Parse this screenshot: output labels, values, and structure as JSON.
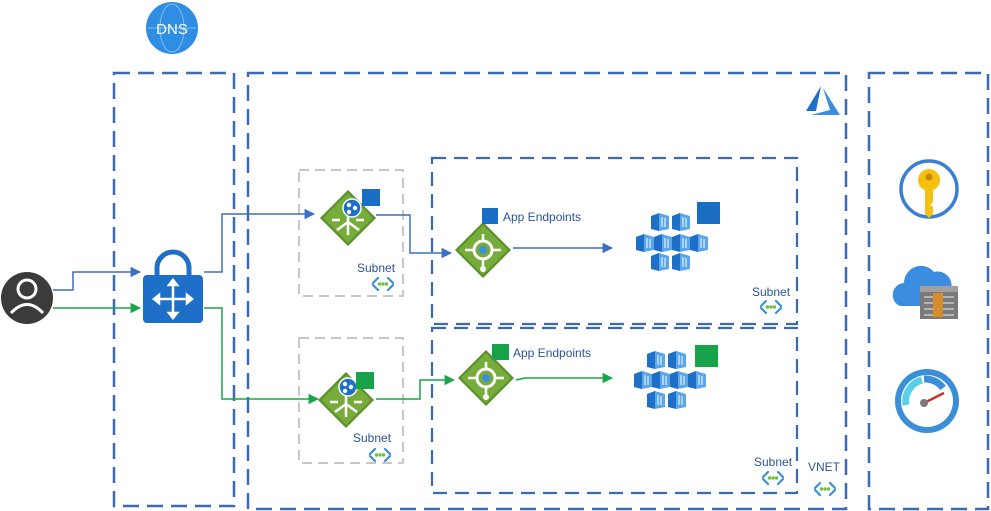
{
  "dns": {
    "label": "DNS"
  },
  "labels": {
    "app_endpoints_top": "App Endpoints",
    "app_endpoints_bottom": "App Endpoints",
    "subnet_gw_top": "Subnet",
    "subnet_gw_bottom": "Subnet",
    "subnet_app_top": "Subnet",
    "subnet_app_bottom": "Subnet",
    "vnet": "VNET"
  },
  "colors": {
    "boundary": "#3a6ab4",
    "subnet_box": "#c8c8c8",
    "blue_flow": "#3b6fc4",
    "green_flow": "#18a64a",
    "gateway_green": "#6fa23a",
    "square_blue": "#1a6fc4",
    "square_green": "#16a34a",
    "dns_blue": "#2f8de4",
    "user_dark": "#3b3b3b"
  },
  "icons": {
    "user": "user-icon",
    "vpn": "vpn-gateway-icon",
    "app_gateway": "application-gateway-icon",
    "load_balancer": "load-balancer-icon",
    "containers": "container-cluster-icon",
    "key_vault": "key-vault-icon",
    "storage": "storage-icon",
    "monitor": "monitor-gauge-icon",
    "azure": "azure-logo-icon",
    "subnet": "subnet-icon",
    "vnet": "vnet-icon",
    "dns": "dns-icon"
  }
}
